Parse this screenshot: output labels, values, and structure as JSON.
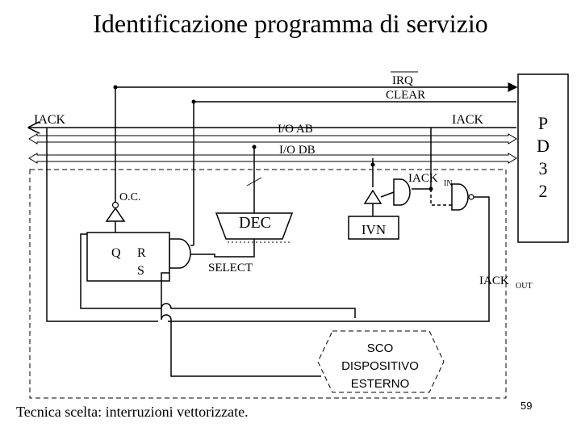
{
  "title": "Identificazione programma di servizio",
  "labels": {
    "irq": "IRQ",
    "clear": "CLEAR",
    "iack_left": "IACK",
    "iack_right": "IACK",
    "io_ab": "I/O AB",
    "io_db": "I/O DB",
    "iack_in_main": "IACK",
    "iack_in_sub": "IN",
    "oc": "O.C.",
    "q": "Q",
    "r": "R",
    "s": "S",
    "dec": "DEC",
    "ivn": "IVN",
    "select": "SELECT",
    "iack_out_main": "IACK",
    "iack_out_sub": "OUT",
    "pd32": [
      "P",
      "D",
      "3",
      "2"
    ],
    "sco_lines": [
      "SCO",
      "DISPOSITIVO",
      "ESTERNO"
    ]
  },
  "footer": {
    "caption": "Tecnica scelta: interruzioni vettorizzate.",
    "page_number": "59"
  },
  "colors": {
    "line": "#000000",
    "background": "#ffffff"
  }
}
